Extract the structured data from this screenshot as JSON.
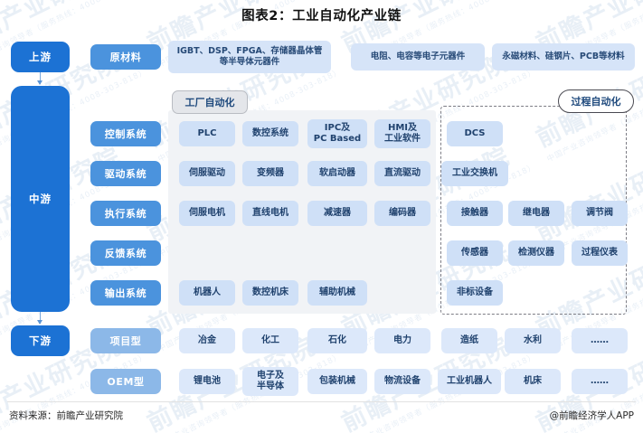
{
  "title": "图表2：工业自动化产业链",
  "footer": {
    "source": "资料来源：前瞻产业研究院",
    "app": "@前瞻经济学人APP"
  },
  "watermark": {
    "big": "前瞻产业研究院",
    "small": "中国产业咨询领导者（服务热线：4008-303-818）"
  },
  "colors": {
    "stage_blue": "#1c72d4",
    "label_blue": "#4b93dd",
    "label_blue_soft": "#8cb8e8",
    "chip_blue": "#cfe0f7",
    "chip_pale": "#dce8fa",
    "panel_gray": "#f1f3f6",
    "dash_border": "#7d7d85"
  },
  "stages": [
    {
      "key": "upstream",
      "label": "上游"
    },
    {
      "key": "midstream",
      "label": "中游"
    },
    {
      "key": "downstream",
      "label": "下游"
    }
  ],
  "upstream": {
    "category": "原材料",
    "items": [
      "IGBT、DSP、FPGA、存储器晶体管\n等半导体元器件",
      "电阻、电容等电子元器件",
      "永磁材料、硅钢片、PCB等材料"
    ]
  },
  "panels": {
    "factory_automation": "工厂自动化",
    "process_automation": "过程自动化"
  },
  "midstream": {
    "categories": [
      {
        "label": "控制系统"
      },
      {
        "label": "驱动系统"
      },
      {
        "label": "执行系统"
      },
      {
        "label": "反馈系统"
      },
      {
        "label": "输出系统"
      }
    ],
    "factory_items": [
      [
        "PLC",
        "数控系统",
        "IPC及\nPC Based",
        "HMI及\n工业软件"
      ],
      [
        "伺服驱动",
        "变频器",
        "软启动器",
        "直流驱动"
      ],
      [
        "伺服电机",
        "直线电机",
        "减速器",
        "编码器"
      ],
      [],
      [
        "机器人",
        "数控机床",
        "辅助机械"
      ]
    ],
    "process_items": [
      [
        "DCS"
      ],
      [
        "工业交换机"
      ],
      [
        "接触器",
        "继电器",
        "调节阀"
      ],
      [
        "传感器",
        "检测仪器",
        "过程仪表"
      ],
      [
        "非标设备"
      ]
    ]
  },
  "downstream": {
    "rows": [
      {
        "label": "项目型",
        "items": [
          "冶金",
          "化工",
          "石化",
          "电力",
          "造纸",
          "水利",
          "……"
        ]
      },
      {
        "label": "OEM型",
        "items": [
          "锂电池",
          "电子及\n半导体",
          "包装机械",
          "物流设备",
          "工业机器人",
          "机床",
          "……"
        ]
      }
    ]
  }
}
